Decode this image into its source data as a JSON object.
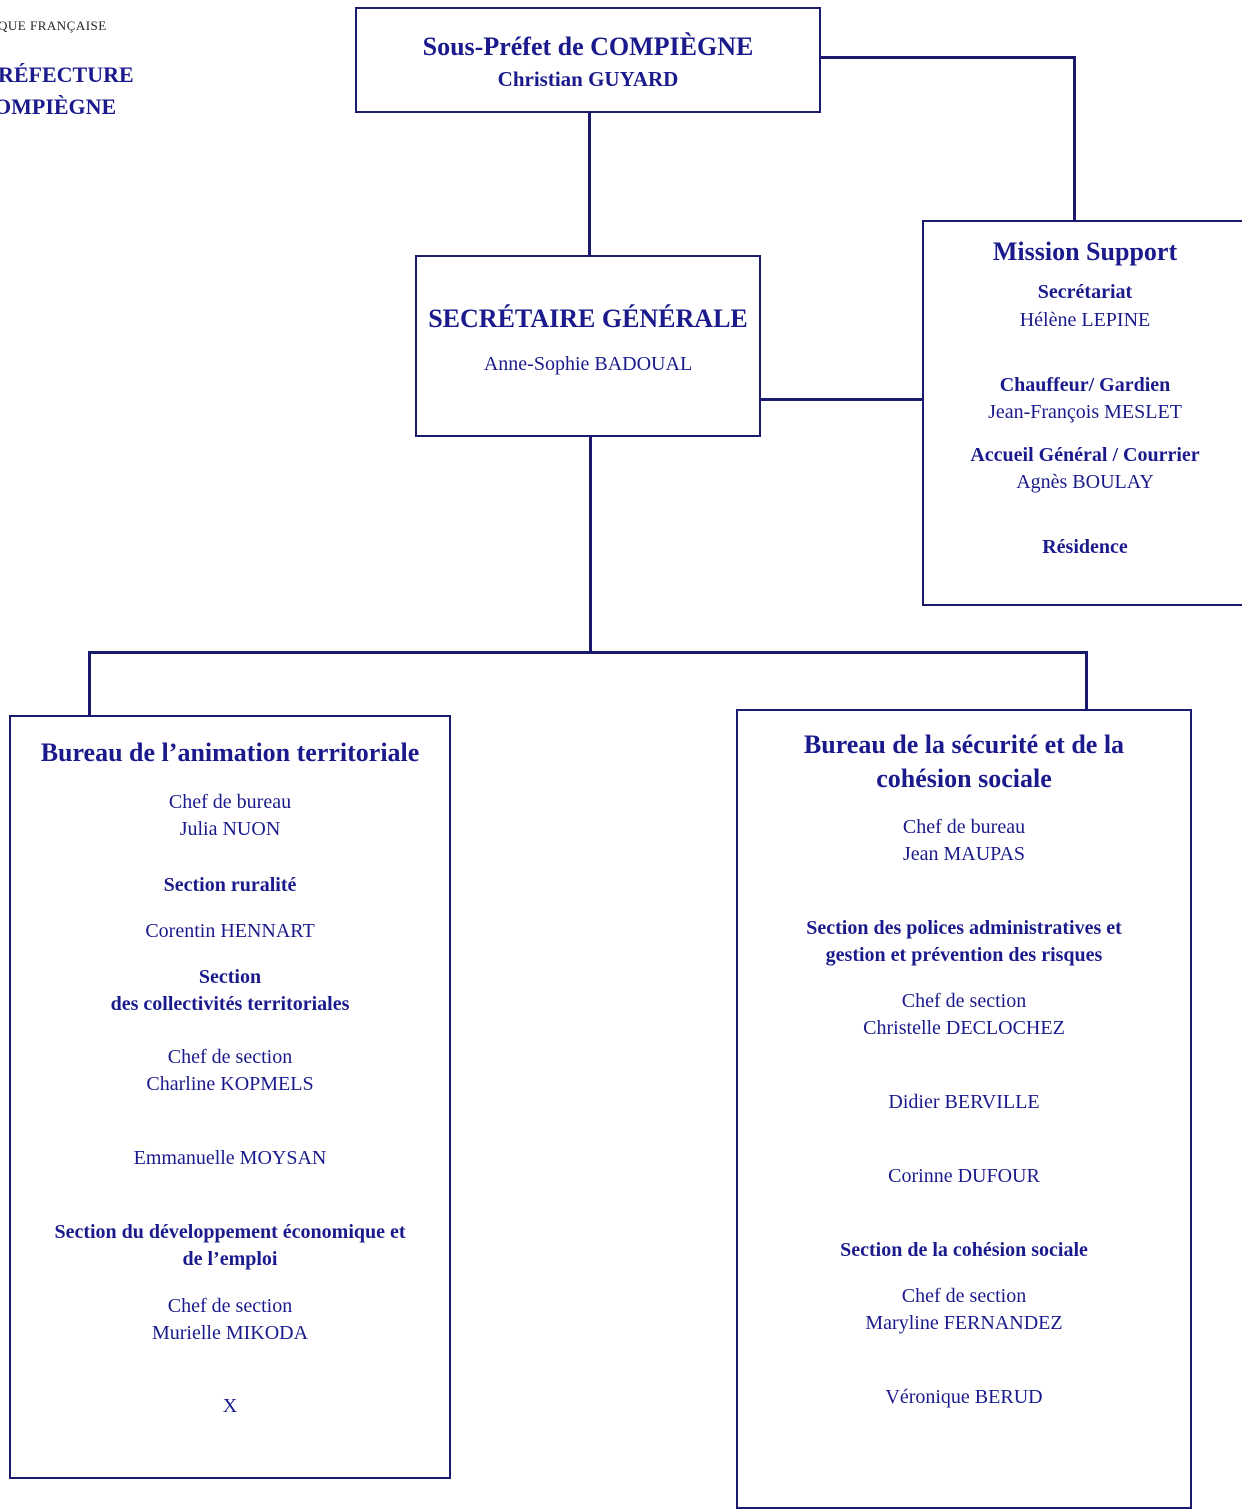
{
  "header": {
    "republic": "QUE FRANÇAISE",
    "line1": "RÉFECTURE",
    "line2": "OMPIÈGNE"
  },
  "top": {
    "title": "Sous-Préfet de COMPIÈGNE",
    "name": "Christian GUYARD"
  },
  "sg": {
    "title": "SECRÉTAIRE GÉNÉRALE",
    "name": "Anne-Sophie BADOUAL"
  },
  "mission": {
    "title": "Mission Support",
    "s1_title": "Secrétariat",
    "s1_name": "Hélène LEPINE",
    "s2_title": "Chauffeur/ Gardien",
    "s2_name": "Jean-François MESLET",
    "s3_title": "Accueil Général / Courrier",
    "s3_name": "Agnès BOULAY",
    "s4_title": "Résidence"
  },
  "bat": {
    "title": "Bureau de l’animation territoriale",
    "chef_label": "Chef de bureau",
    "chef_name": "Julia NUON",
    "sec1_title": "Section ruralité",
    "sec1_name": "Corentin HENNART",
    "sec2_title_l1": "Section",
    "sec2_title_l2": "des collectivités territoriales",
    "sec2_chef_label": "Chef de section",
    "sec2_chef_name": "Charline KOPMELS",
    "sec2_member": "Emmanuelle MOYSAN",
    "sec3_title_l1": "Section du développement économique et",
    "sec3_title_l2": "de l’emploi",
    "sec3_chef_label": "Chef de section",
    "sec3_chef_name": "Murielle MIKODA",
    "sec3_member": "X"
  },
  "bsc": {
    "title_l1": "Bureau de la sécurité et de la",
    "title_l2": "cohésion sociale",
    "chef_label": "Chef de bureau",
    "chef_name": "Jean MAUPAS",
    "sec1_title_l1": "Section des polices administratives et",
    "sec1_title_l2": "gestion et prévention des risques",
    "sec1_chef_label": "Chef de section",
    "sec1_chef_name": "Christelle DECLOCHEZ",
    "sec1_member1": "Didier BERVILLE",
    "sec1_member2": "Corinne DUFOUR",
    "sec2_title": "Section de la cohésion sociale",
    "sec2_chef_label": "Chef de section",
    "sec2_chef_name": "Maryline FERNANDEZ",
    "sec2_member": "Véronique BERUD"
  }
}
